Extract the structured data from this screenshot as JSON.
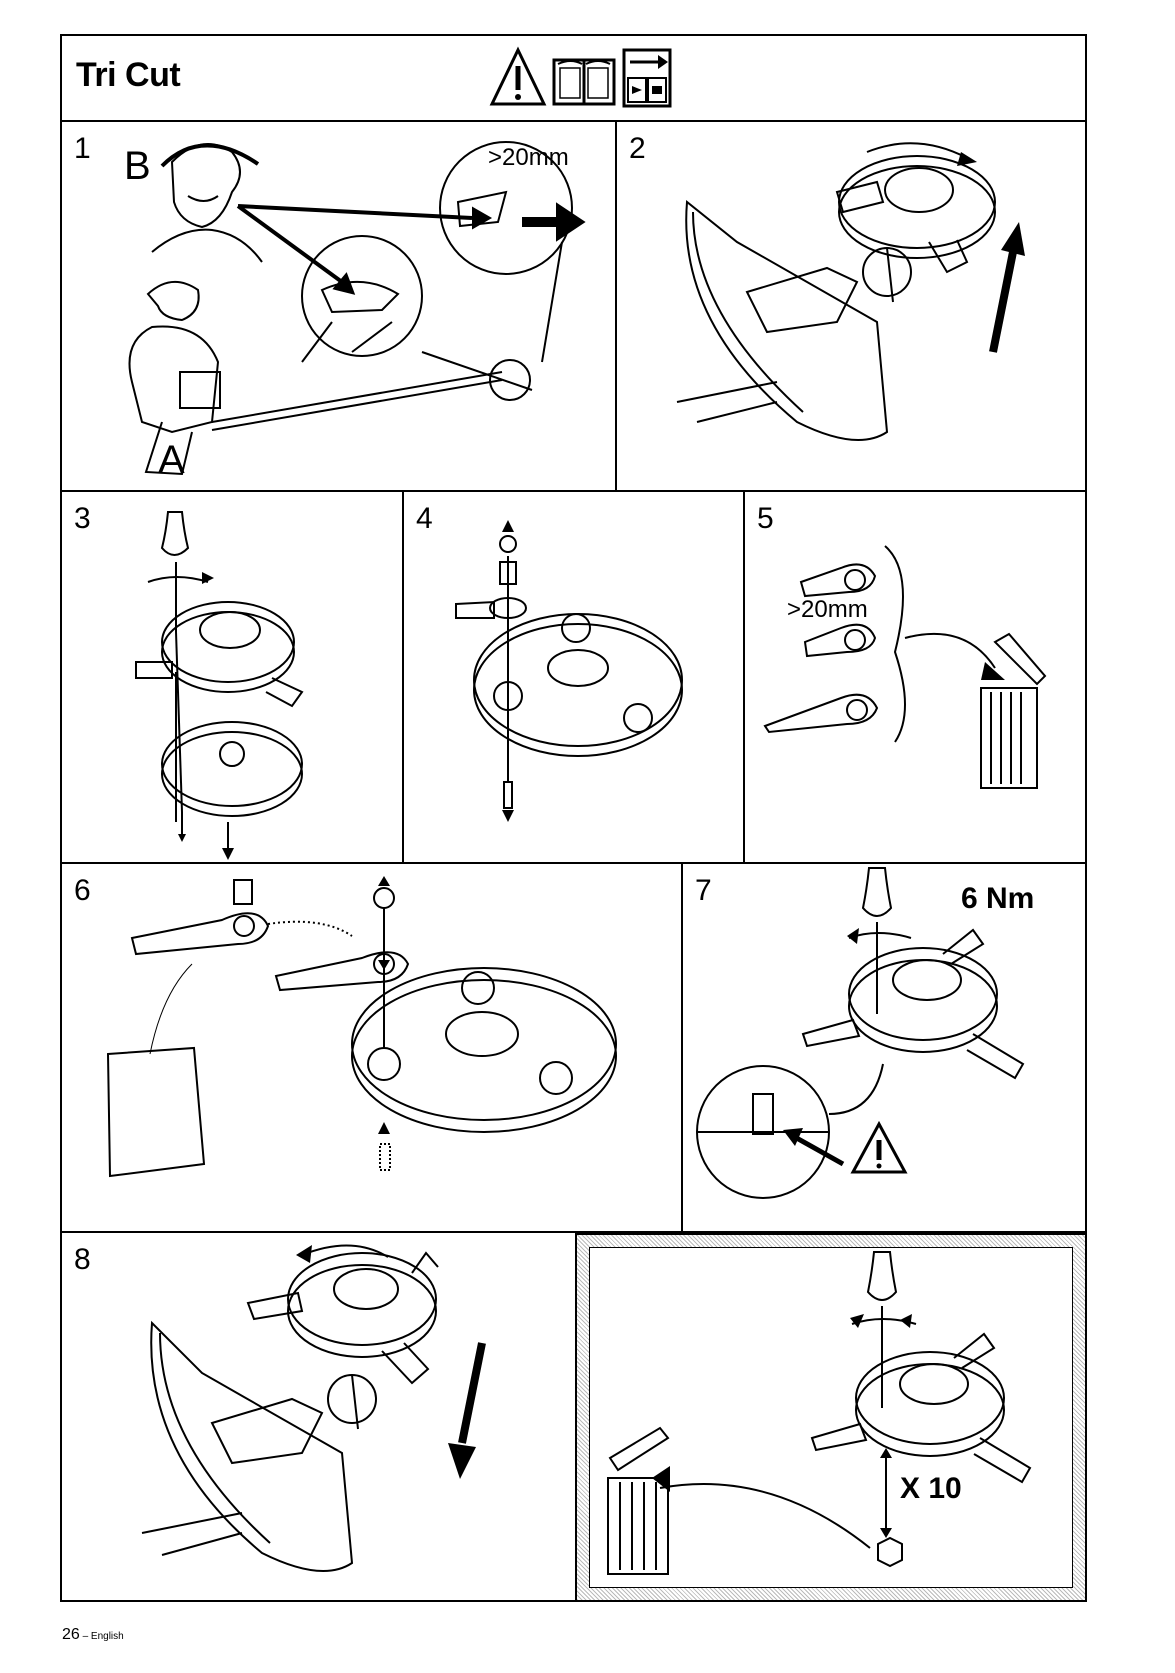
{
  "header": {
    "title": "Tri Cut",
    "icons": [
      "warning-triangle-icon",
      "manual-book-icon",
      "forward-arrow-box-icon"
    ]
  },
  "panels": [
    {
      "number": "1",
      "labels": {
        "b": "B",
        "a": "A",
        "measure": ">20mm"
      }
    },
    {
      "number": "2"
    },
    {
      "number": "3"
    },
    {
      "number": "4"
    },
    {
      "number": "5",
      "labels": {
        "measure": ">20mm"
      }
    },
    {
      "number": "6"
    },
    {
      "number": "7",
      "labels": {
        "torque": "6 Nm"
      }
    },
    {
      "number": "8"
    },
    {
      "number": "",
      "labels": {
        "count": "X 10"
      }
    }
  ],
  "footer": {
    "page": "26",
    "separator": " – ",
    "language": "English"
  }
}
